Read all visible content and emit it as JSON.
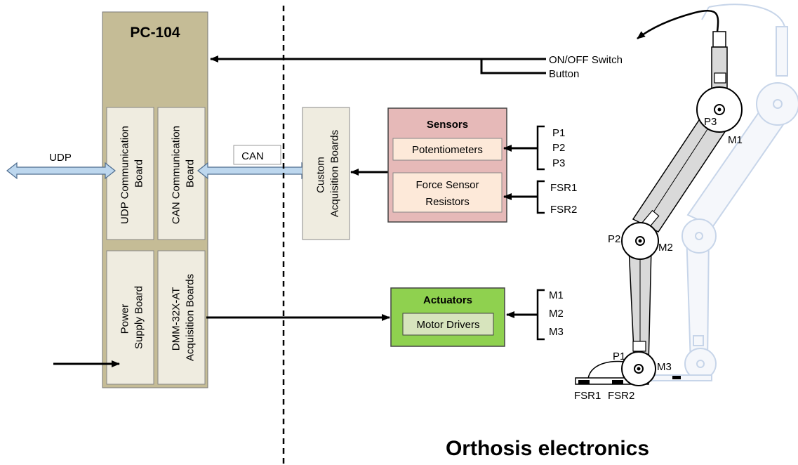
{
  "pc104": {
    "title": "PC-104",
    "udp_board": [
      "UDP Communication",
      "Board"
    ],
    "can_board": [
      "CAN Communication",
      "Board"
    ],
    "power_board": [
      "Power",
      "Supply Board"
    ],
    "dmm_board": [
      "DMM-32X-AT",
      "Acquisition Boards"
    ]
  },
  "links": {
    "udp": "UDP",
    "can": "CAN"
  },
  "switch": {
    "on_off": "ON/OFF Switch",
    "button": "Button"
  },
  "custom_boards": [
    "Custom",
    "Acquisition Boards"
  ],
  "sensors": {
    "title": "Sensors",
    "potentiometers": "Potentiometers",
    "fsr": [
      "Force Sensor",
      "Resistors"
    ],
    "pot_inputs": [
      "P1",
      "P2",
      "P3"
    ],
    "fsr_inputs": [
      "FSR1",
      "FSR2"
    ]
  },
  "actuators": {
    "title": "Actuators",
    "drivers": "Motor Drivers",
    "motor_inputs": [
      "M1",
      "M2",
      "M3"
    ]
  },
  "orthosis_labels": {
    "p3": "P3",
    "m1": "M1",
    "p2": "P2",
    "m2": "M2",
    "p1": "P1",
    "m3": "M3",
    "fsr1": "FSR1",
    "fsr2": "FSR2"
  },
  "footer_title": "Orthosis electronics",
  "colors": {
    "pc104_fill": "#c5bc96",
    "board_fill": "#efece0",
    "sensors_fill": "#e6b9b8",
    "sensor_item_fill": "#fde9d9",
    "actuators_fill": "#8fd14f",
    "driver_fill": "#d7e4bd",
    "link_arrow_fill": "#bdd7ee",
    "link_arrow_stroke": "#4f6d8f",
    "ghost_leg": "#9bb4d8"
  }
}
